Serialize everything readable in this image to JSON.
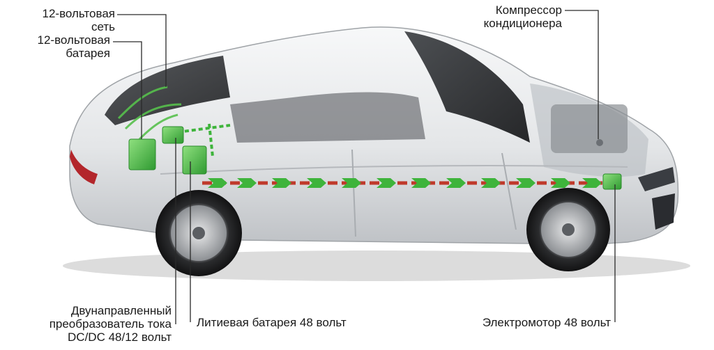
{
  "labels": {
    "net12": [
      "12-вольтовая",
      "сеть"
    ],
    "bat12": [
      "12-вольтовая",
      "батарея"
    ],
    "compressor": [
      "Компрессор",
      "кондиционера"
    ],
    "dcdc": [
      "Двунаправленный",
      "преобразователь тока",
      "DC/DC 48/12 вольт"
    ],
    "lithium": "Литиевая батарея 48 вольт",
    "motor": "Электромотор 48 вольт"
  },
  "colors": {
    "component_green": "#4fc24a",
    "wire_red": "#c0392b",
    "leader_line": "#2a2a2a",
    "car_body": "#e9eaec",
    "background": "#ffffff"
  }
}
